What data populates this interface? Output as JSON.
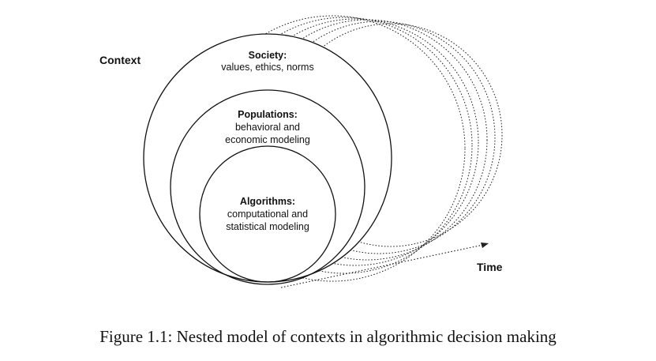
{
  "diagram": {
    "context_label": "Context",
    "time_label": "Time",
    "society": {
      "title": "Society:",
      "line1": "values, ethics, norms"
    },
    "populations": {
      "title": "Populations:",
      "line1": "behavioral and",
      "line2": "economic modeling"
    },
    "algorithms": {
      "title": "Algorithms:",
      "line1": "computational and",
      "line2": "statistical modeling"
    }
  },
  "caption": "Figure 1.1: Nested model of contexts in algorithmic decision making"
}
